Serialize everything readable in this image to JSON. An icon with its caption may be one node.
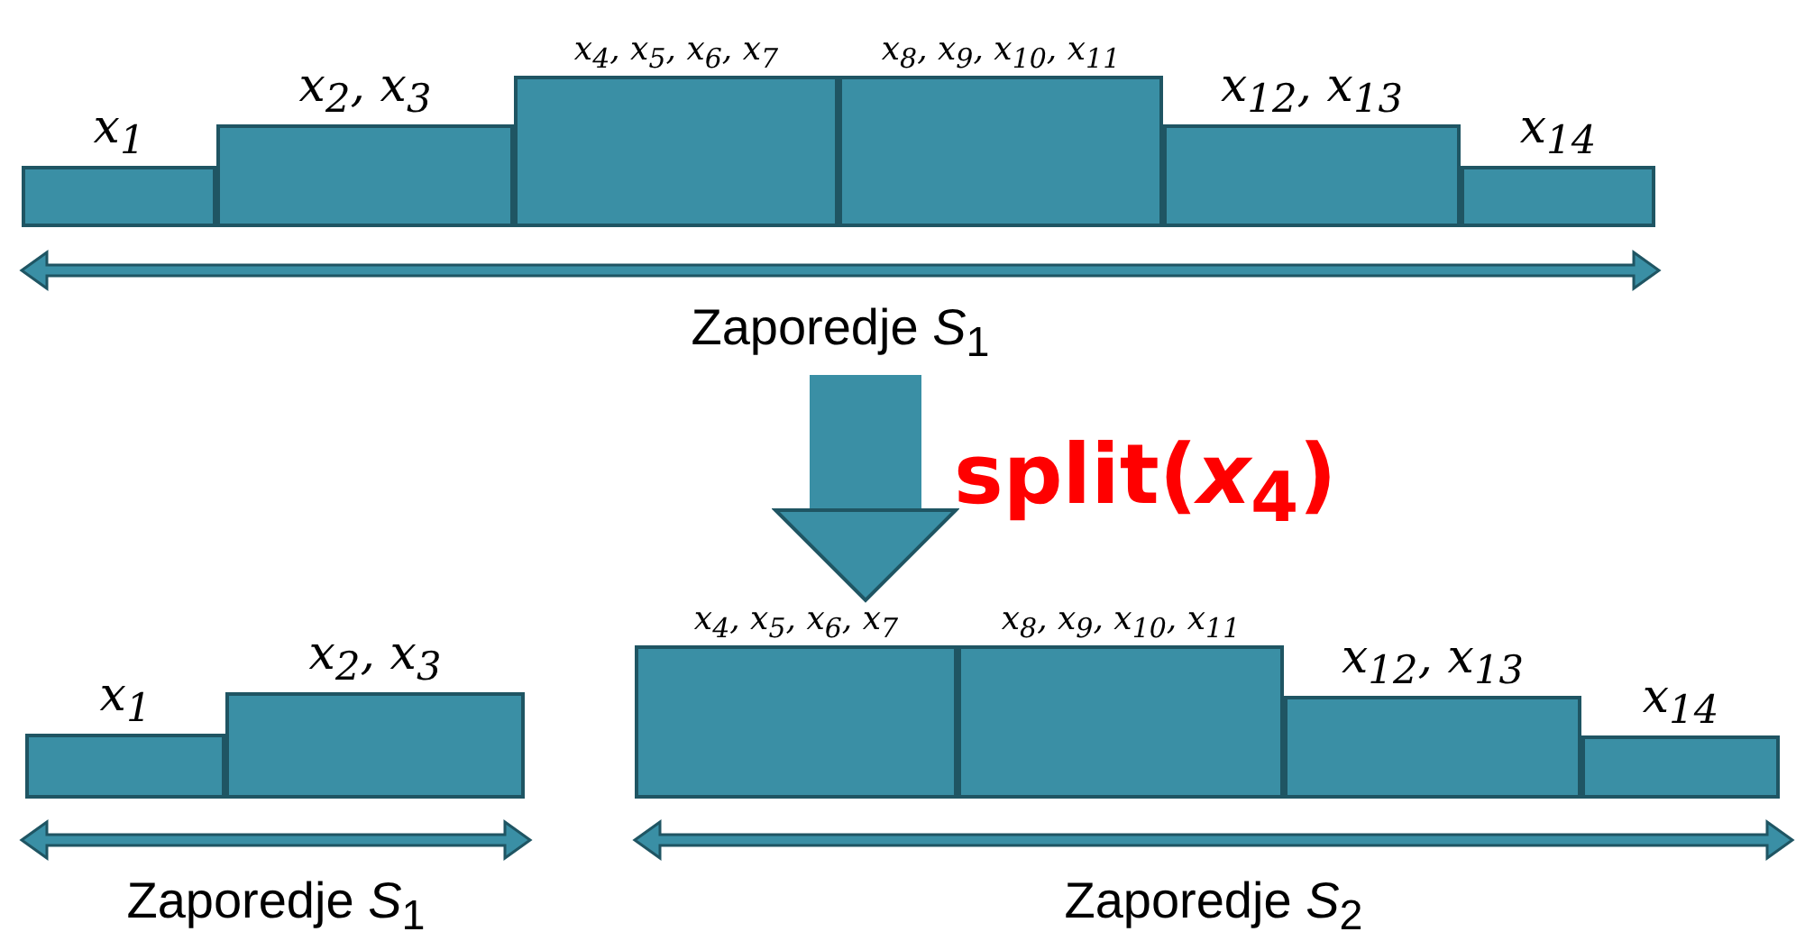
{
  "diagram": {
    "nodes": [
      {
        "text": [
          "Zaporedje *S*$_{1}$"
        ]
      },
      {
        "text": [
          "x$_{1}$"
        ]
      },
      {
        "text": [
          "x$_{2}$, x$_{3}$"
        ]
      },
      {
        "text": [
          "x$_{4}$, x$_{5}$, x$_{6}$, x$_{7}$"
        ]
      },
      {
        "text": [
          "x$_{8}$, x$_{9}$, x$_{10}$, x$_{11}$"
        ]
      },
      {
        "text": [
          "x$_{12}$, x$_{13}$"
        ]
      },
      {
        "text": [
          "x$_{14}$"
        ]
      },
      {
        "text": [
          "Zaporedje *S*$_{1}$"
        ]
      },
      {
        "text": [
          "x$_{1}$"
        ]
      },
      {
        "text": [
          "x$_{2}$, x$_{3}$"
        ]
      },
      {
        "text": [
          "Zaporedje *S*$_{2}$"
        ]
      },
      {
        "text": [
          "x$_{4}$, x$_{5}$, x$_{6}$, x$_{7}$"
        ]
      },
      {
        "text": [
          "x$_{8}$, x$_{9}$, x$_{10}$, x$_{11}$"
        ]
      },
      {
        "text": [
          "x$_{12}$, x$_{13}$"
        ]
      },
      {
        "text": [
          "x$_{14}$"
        ]
      }
    ],
    "edges": [
      {
        "from": 0,
        "to": 11,
        "arrow": "to",
        "label": "split(*x*$_{4}$)"
      }
    ]
  }
}
